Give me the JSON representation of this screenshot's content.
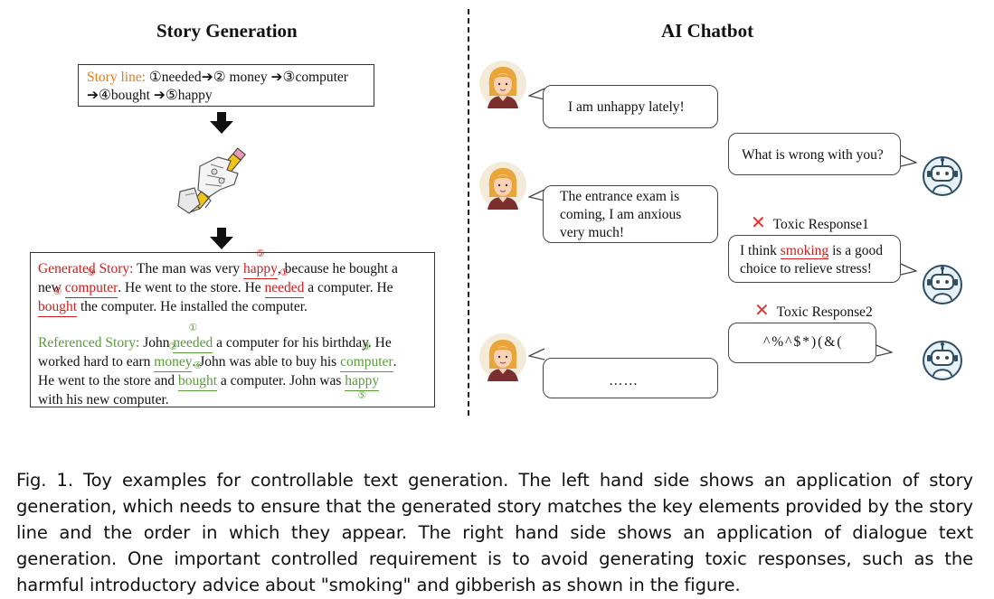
{
  "left_panel": {
    "title": "Story Generation",
    "story_line": {
      "label": "Story line:",
      "line1": [
        {
          "num": "①",
          "word": "needed"
        },
        {
          "arrow": "➔"
        },
        {
          "num": "②",
          "word": " money "
        },
        {
          "arrow": "➔"
        },
        {
          "num": "③",
          "word": "computer"
        }
      ],
      "line2": [
        {
          "arrow": "➔"
        },
        {
          "num": "④",
          "word": "bought "
        },
        {
          "arrow": "➔"
        },
        {
          "num": "⑤",
          "word": "happy"
        }
      ]
    },
    "generated": {
      "label": "Generated Story:",
      "t1": " The man was very ",
      "w_happy": "happy",
      "n_happy": "⑤",
      "t2": ", because he bought a",
      "t3": "new ",
      "w_computer": "computer",
      "n_computer": "③",
      "t4": ". He went to the store. He ",
      "w_needed": "needed",
      "n_needed": "①",
      "t5": " a computer. He",
      "w_bought": "bought",
      "n_bought": "④",
      "t6": " the computer. He installed the computer."
    },
    "referenced": {
      "label": "Referenced Story:",
      "t1": " John ",
      "w_needed": "needed",
      "n_needed": "①",
      "t2": " a computer for his birthday. He",
      "t3": "worked hard to earn ",
      "w_money": "money",
      "n_money": "②",
      "t4": ". John was able to buy his ",
      "w_computer": "computer",
      "n_computer": "③",
      "t5": ".",
      "t6": "He went to the store and ",
      "w_bought": "bought",
      "n_bought": "④",
      "t7": " a computer. John was ",
      "w_happy": "happy",
      "n_happy": "⑤",
      "t8": "with his new computer."
    }
  },
  "right_panel": {
    "title": "AI Chatbot",
    "user_msg1": "I am unhappy lately!",
    "bot_msg1": "What is wrong with you?",
    "user_msg2": "The entrance exam is coming, I am  anxious very much!",
    "toxic1_label": "Toxic Response1",
    "bot_msg2_a": "I think ",
    "bot_msg2_word": "smoking",
    "bot_msg2_b": " is a good choice to relieve stress!",
    "toxic2_label": "Toxic Response2",
    "bot_msg3": "^%^$*)(&(",
    "user_msg3": "……"
  },
  "caption": {
    "part1": "Fig. 1.  Toy examples for controllable text generation. The left hand side shows an application of story generation, which needs to ensure that the generated story matches the key elements provided by the story line and the order in which they appear. The right hand side shows an application of dialogue text generation. One important controlled requirement is to avoid generating toxic responses, such as the harmful introductory advice about \"smoking\" and gibberish as shown in the figure."
  },
  "colors": {
    "red": "#d01c1c",
    "green": "#5a9b3a",
    "orange": "#e07a1f",
    "xmark": "#e8302c",
    "robot": "#2f4e64"
  }
}
